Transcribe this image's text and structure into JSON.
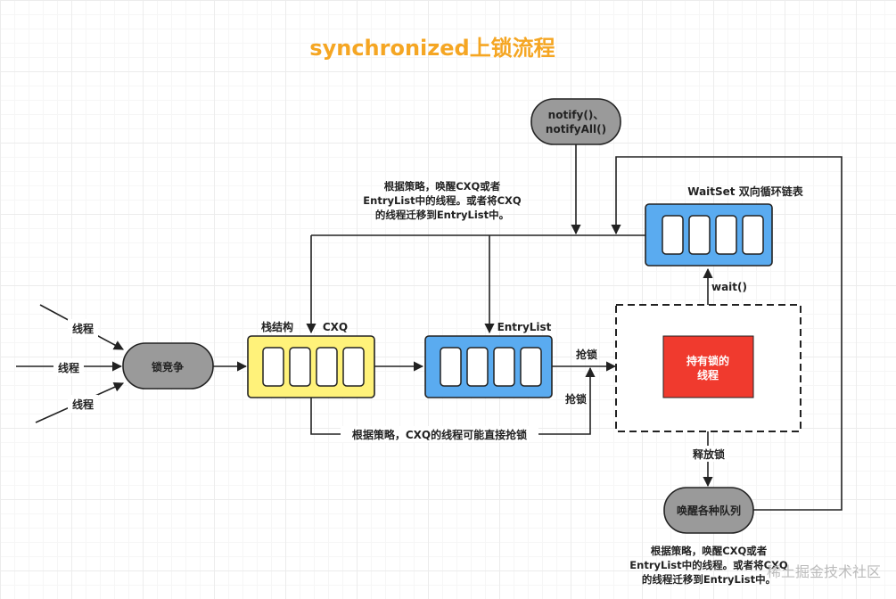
{
  "title": "synchronized上锁流程",
  "nodes": {
    "notify": [
      "notify()、",
      "notifyAll()"
    ],
    "lock_compete": "锁竞争",
    "cxq_caption": "栈结构",
    "cxq_name": "CXQ",
    "entrylist_name": "EntryList",
    "waitset_caption": "WaitSet  双向循环链表",
    "owner": [
      "持有锁的",
      "线程"
    ],
    "wake_queues": "唤醒各种队列"
  },
  "edge_labels": {
    "thread": "线程",
    "grab_lock": "抢锁",
    "wait": "wait()",
    "release_lock": "释放锁",
    "cxq_direct": "根据策略，CXQ的线程可能直接抢锁"
  },
  "notes": {
    "top": [
      "根据策略，唤醒CXQ或者",
      "EntryList中的线程。或者将CXQ",
      "的线程迁移到EntryList中。"
    ],
    "bottom": [
      "根据策略，唤醒CXQ或者",
      "EntryList中的线程。或者将CXQ",
      "的线程迁移到EntryList中。"
    ]
  },
  "watermark": "稀土掘金技术社区",
  "colors": {
    "title": "#f5a623",
    "gray_node": "#9a9a9a",
    "cxq_fill": "#fff27a",
    "queue_fill": "#5aabf0",
    "owner_fill": "#f03a2e"
  }
}
